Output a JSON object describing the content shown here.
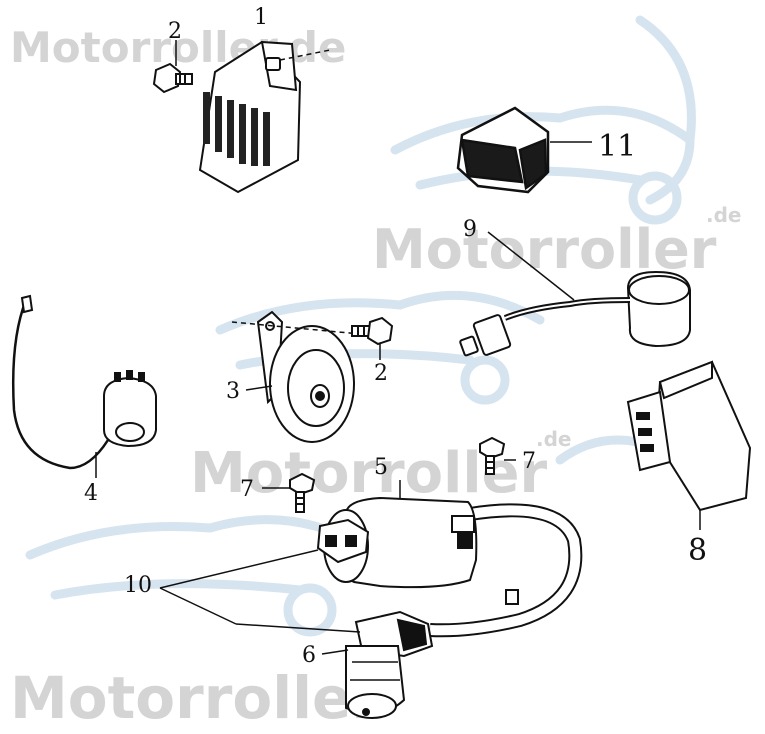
{
  "watermark": {
    "brand_top": "Motorroller.de",
    "brand_repeat": "Motorroller",
    "brand_suffix": ".de",
    "color_text": "#d4d4d4",
    "color_logo": "#d6e4f0"
  },
  "callouts": {
    "n1": "1",
    "n2a": "2",
    "n2b": "2",
    "n3": "3",
    "n4": "4",
    "n5": "5",
    "n6": "6",
    "n7a": "7",
    "n7b": "7",
    "n8": "8",
    "n9": "9",
    "n10": "10",
    "n11": "11"
  },
  "parts": {
    "p1": "regulator-rectifier",
    "p2": "mounting-bolt",
    "p3": "horn",
    "p4": "starter-relay",
    "p5": "ignition-coil",
    "p6": "spark-plug-cap",
    "p7": "screw",
    "p8": "cdi-unit",
    "p9": "flasher-relay",
    "p10": "coil-connector",
    "p11": "rubber-cover"
  }
}
